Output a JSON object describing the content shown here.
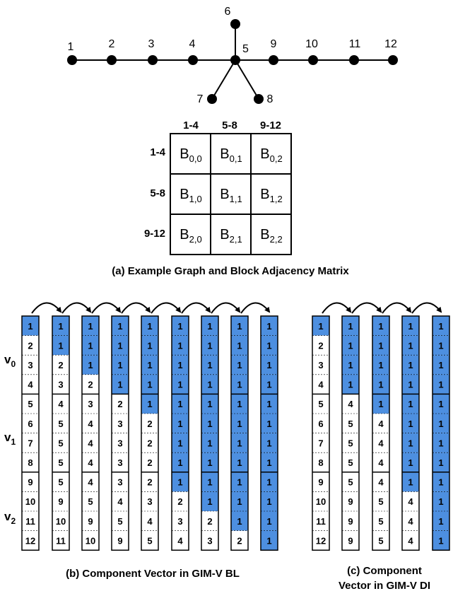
{
  "graph": {
    "nodes": [
      {
        "id": "1",
        "label": "1"
      },
      {
        "id": "2",
        "label": "2"
      },
      {
        "id": "3",
        "label": "3"
      },
      {
        "id": "4",
        "label": "4"
      },
      {
        "id": "5",
        "label": "5"
      },
      {
        "id": "6",
        "label": "6"
      },
      {
        "id": "7",
        "label": "7"
      },
      {
        "id": "8",
        "label": "8"
      },
      {
        "id": "9",
        "label": "9"
      },
      {
        "id": "10",
        "label": "10"
      },
      {
        "id": "11",
        "label": "11"
      },
      {
        "id": "12",
        "label": "12"
      }
    ],
    "edges": [
      [
        "1",
        "2"
      ],
      [
        "2",
        "3"
      ],
      [
        "3",
        "4"
      ],
      [
        "4",
        "5"
      ],
      [
        "5",
        "6"
      ],
      [
        "5",
        "7"
      ],
      [
        "5",
        "8"
      ],
      [
        "5",
        "9"
      ],
      [
        "9",
        "10"
      ],
      [
        "10",
        "11"
      ],
      [
        "11",
        "12"
      ]
    ]
  },
  "matrix": {
    "col_headers": [
      "1-4",
      "5-8",
      "9-12"
    ],
    "row_headers": [
      "1-4",
      "5-8",
      "9-12"
    ],
    "cells": [
      [
        {
          "b": "B",
          "s": "0,0"
        },
        {
          "b": "B",
          "s": "0,1"
        },
        {
          "b": "B",
          "s": "0,2"
        }
      ],
      [
        {
          "b": "B",
          "s": "1,0"
        },
        {
          "b": "B",
          "s": "1,1"
        },
        {
          "b": "B",
          "s": "1,2"
        }
      ],
      [
        {
          "b": "B",
          "s": "2,0"
        },
        {
          "b": "B",
          "s": "2,1"
        },
        {
          "b": "B",
          "s": "2,2"
        }
      ]
    ],
    "caption": "(a) Example Graph and Block Adjacency Matrix"
  },
  "block_labels": [
    {
      "main": "v",
      "sub": "0"
    },
    {
      "main": "v",
      "sub": "1"
    },
    {
      "main": "v",
      "sub": "2"
    }
  ],
  "highlight_color": "#4d8fe0",
  "bl": {
    "caption": "(b) Component Vector in GIM-V BL",
    "columns": [
      [
        "1",
        "2",
        "3",
        "4",
        "5",
        "6",
        "7",
        "8",
        "9",
        "10",
        "11",
        "12"
      ],
      [
        "1",
        "1",
        "2",
        "3",
        "4",
        "5",
        "5",
        "5",
        "5",
        "9",
        "10",
        "11"
      ],
      [
        "1",
        "1",
        "1",
        "2",
        "3",
        "4",
        "4",
        "4",
        "4",
        "5",
        "9",
        "10"
      ],
      [
        "1",
        "1",
        "1",
        "1",
        "2",
        "3",
        "3",
        "3",
        "3",
        "4",
        "5",
        "9"
      ],
      [
        "1",
        "1",
        "1",
        "1",
        "1",
        "2",
        "2",
        "2",
        "2",
        "3",
        "4",
        "5"
      ],
      [
        "1",
        "1",
        "1",
        "1",
        "1",
        "1",
        "1",
        "1",
        "1",
        "2",
        "3",
        "4"
      ],
      [
        "1",
        "1",
        "1",
        "1",
        "1",
        "1",
        "1",
        "1",
        "1",
        "1",
        "2",
        "3"
      ],
      [
        "1",
        "1",
        "1",
        "1",
        "1",
        "1",
        "1",
        "1",
        "1",
        "1",
        "1",
        "2"
      ],
      [
        "1",
        "1",
        "1",
        "1",
        "1",
        "1",
        "1",
        "1",
        "1",
        "1",
        "1",
        "1"
      ]
    ],
    "highlighted_rows": [
      1,
      2,
      3,
      4,
      5,
      9,
      10,
      11,
      12
    ]
  },
  "di": {
    "caption_line1": "(c) Component",
    "caption_line2": "Vector in GIM-V DI",
    "columns": [
      [
        "1",
        "2",
        "3",
        "4",
        "5",
        "6",
        "7",
        "8",
        "9",
        "10",
        "11",
        "12"
      ],
      [
        "1",
        "1",
        "1",
        "1",
        "4",
        "5",
        "5",
        "5",
        "5",
        "9",
        "9",
        "9"
      ],
      [
        "1",
        "1",
        "1",
        "1",
        "1",
        "4",
        "4",
        "4",
        "4",
        "5",
        "5",
        "5"
      ],
      [
        "1",
        "1",
        "1",
        "1",
        "1",
        "1",
        "1",
        "1",
        "1",
        "4",
        "4",
        "4"
      ],
      [
        "1",
        "1",
        "1",
        "1",
        "1",
        "1",
        "1",
        "1",
        "1",
        "1",
        "1",
        "1"
      ]
    ],
    "highlighted_rows": [
      1,
      4,
      5,
      9,
      12
    ]
  }
}
